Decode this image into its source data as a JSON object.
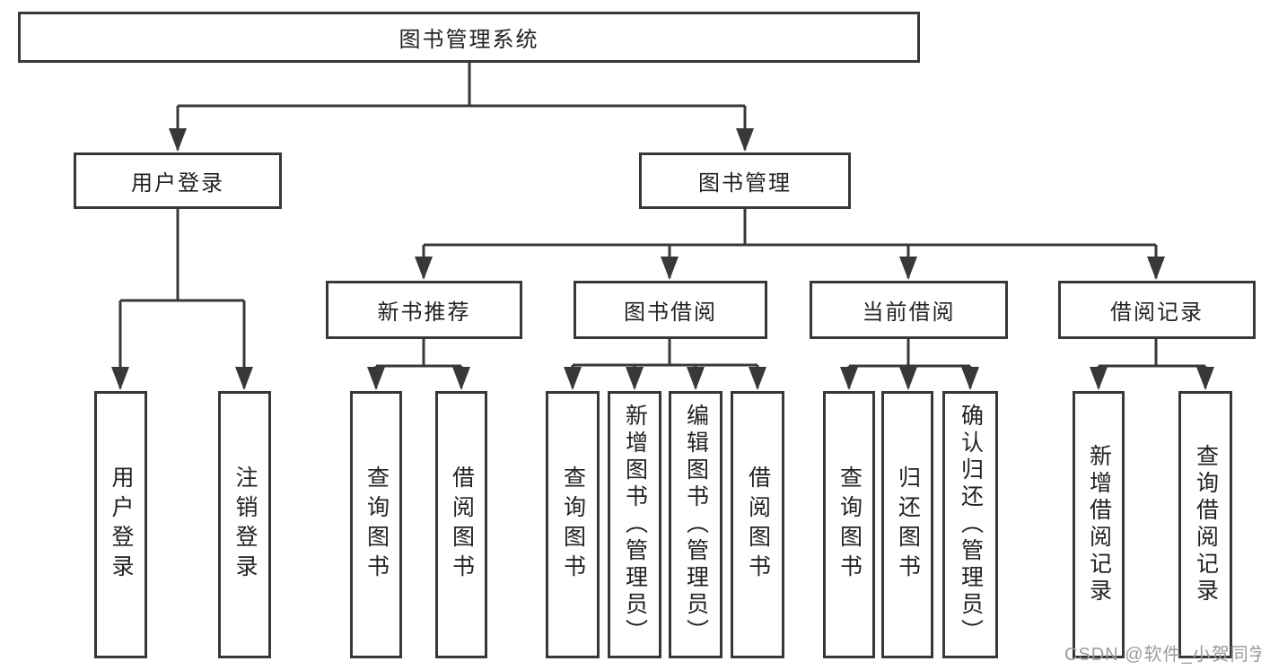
{
  "diagram": {
    "type": "hierarchy-tree",
    "title": "图书管理系统",
    "colors": {
      "line": "#383838",
      "box_border": "#383838",
      "box_fill": "#ffffff",
      "text": "#222222",
      "background": "#ffffff",
      "watermark": "#9b9b9b"
    },
    "root": {
      "label": "图书管理系统"
    },
    "level2": {
      "user_login": {
        "label": "用户登录",
        "parent": "图书管理系统"
      },
      "book_management": {
        "label": "图书管理",
        "parent": "图书管理系统"
      }
    },
    "level3": {
      "new_book_recommend": {
        "label": "新书推荐",
        "parent": "图书管理"
      },
      "book_borrow": {
        "label": "图书借阅",
        "parent": "图书管理"
      },
      "current_borrow": {
        "label": "当前借阅",
        "parent": "图书管理"
      },
      "borrow_records": {
        "label": "借阅记录",
        "parent": "图书管理"
      }
    },
    "leaves": {
      "login": {
        "label": "用户登录",
        "parent": "用户登录"
      },
      "logout": {
        "label": "注销登录",
        "parent": "用户登录"
      },
      "query_books_recommend": {
        "label": "查询图书",
        "parent": "新书推荐"
      },
      "borrow_books_recommend": {
        "label": "借阅图书",
        "parent": "新书推荐"
      },
      "query_books_borrow": {
        "label": "查询图书",
        "parent": "图书借阅"
      },
      "add_books_admin": {
        "label": "新增图书（管理员）",
        "parent": "图书借阅"
      },
      "edit_books_admin": {
        "label": "编辑图书（管理员）",
        "parent": "图书借阅"
      },
      "borrow_books_borrow": {
        "label": "借阅图书",
        "parent": "图书借阅"
      },
      "query_books_current": {
        "label": "查询图书",
        "parent": "当前借阅"
      },
      "return_books": {
        "label": "归还图书",
        "parent": "当前借阅"
      },
      "confirm_return_admin": {
        "label": "确认归还（管理员）",
        "parent": "当前借阅"
      },
      "add_borrow_record": {
        "label": "新增借阅记录",
        "parent": "借阅记录"
      },
      "query_borrow_record": {
        "label": "查询借阅记录",
        "parent": "借阅记录"
      }
    },
    "watermark": "CSDN @软件_小贺同学"
  }
}
